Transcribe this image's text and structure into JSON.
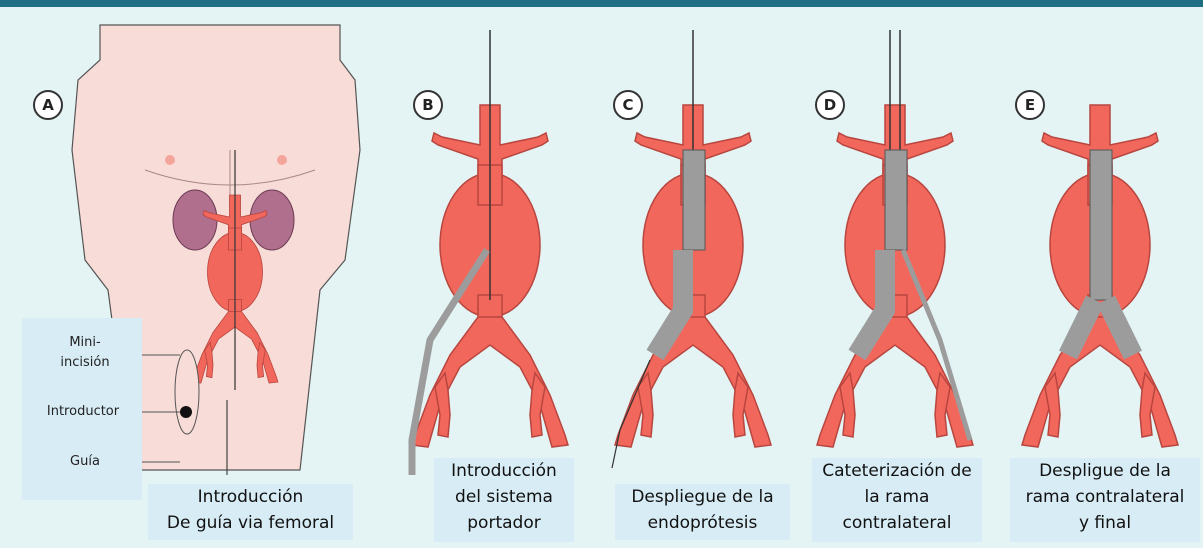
{
  "stages": [
    {
      "letter": "A",
      "caption": "Introducción\nDe guía via femoral"
    },
    {
      "letter": "B",
      "caption": "Introducción\ndel sistema\nportador"
    },
    {
      "letter": "C",
      "caption": "Despliegue de la\nendoprótesis"
    },
    {
      "letter": "D",
      "caption": "Cateterización de\nla rama\ncontralateral"
    },
    {
      "letter": "E",
      "caption": "Despligue de la\nrama contralateral\ny final"
    }
  ],
  "labels": {
    "mini_incision": "Mini-\nincisión",
    "introductor": "Introductor",
    "guia": "Guía"
  },
  "colors": {
    "artery": "#f2675c",
    "artery_outline": "#b8463f",
    "stent": "#9c9c9c",
    "skin": "#f8dcd7",
    "kidney": "#b06f8c",
    "header": "#1f6e86",
    "caption_bg": "#d7ecf5"
  }
}
